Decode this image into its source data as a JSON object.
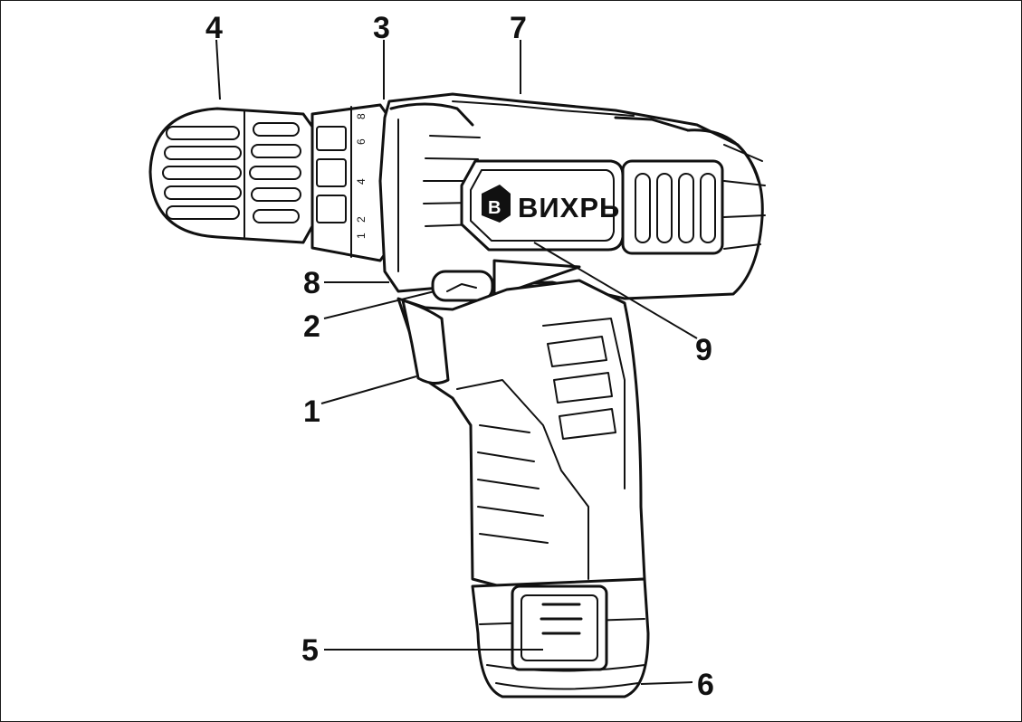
{
  "figure": {
    "brand_text": "ВИХРЬ",
    "brand_logo_letter": "В",
    "scale_marks": [
      "1",
      "2",
      "4",
      "6",
      "8"
    ],
    "callouts": [
      {
        "id": "c1",
        "label": "1"
      },
      {
        "id": "c2",
        "label": "2"
      },
      {
        "id": "c3",
        "label": "3"
      },
      {
        "id": "c4",
        "label": "4"
      },
      {
        "id": "c5",
        "label": "5"
      },
      {
        "id": "c6",
        "label": "6"
      },
      {
        "id": "c7",
        "label": "7"
      },
      {
        "id": "c8",
        "label": "8"
      },
      {
        "id": "c9",
        "label": "9"
      }
    ]
  },
  "colors": {
    "line": "#111111",
    "background": "#ffffff"
  }
}
